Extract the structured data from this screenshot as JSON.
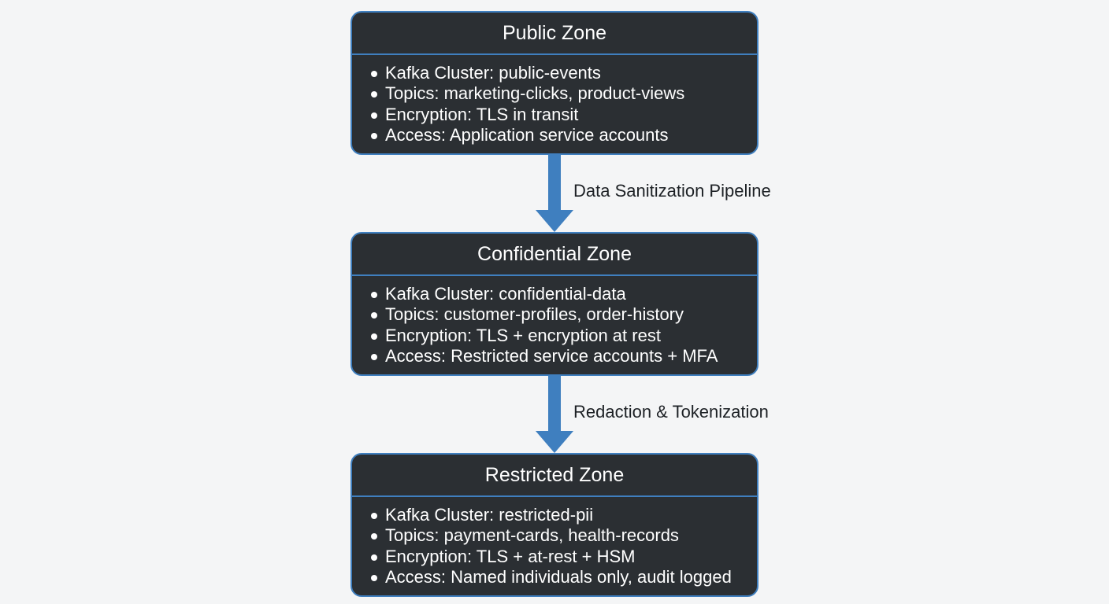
{
  "colors": {
    "background": "#f4f5f6",
    "box_fill": "#2b2f33",
    "box_border": "#3f7fbf",
    "arrow": "#3f7fbf",
    "box_text": "#ffffff",
    "label_text": "#1d2125"
  },
  "zones": [
    {
      "title": "Public Zone",
      "items": [
        "Kafka Cluster: public-events",
        "Topics: marketing-clicks, product-views",
        "Encryption: TLS in transit",
        "Access: Application service accounts"
      ]
    },
    {
      "title": "Confidential Zone",
      "items": [
        "Kafka Cluster: confidential-data",
        "Topics: customer-profiles, order-history",
        "Encryption: TLS + encryption at rest",
        "Access: Restricted service accounts + MFA"
      ]
    },
    {
      "title": "Restricted Zone",
      "items": [
        "Kafka Cluster: restricted-pii",
        "Topics: payment-cards, health-records",
        "Encryption: TLS + at-rest + HSM",
        "Access: Named individuals only, audit logged"
      ]
    }
  ],
  "flows": [
    {
      "label": "Data Sanitization Pipeline"
    },
    {
      "label": "Redaction & Tokenization"
    }
  ]
}
